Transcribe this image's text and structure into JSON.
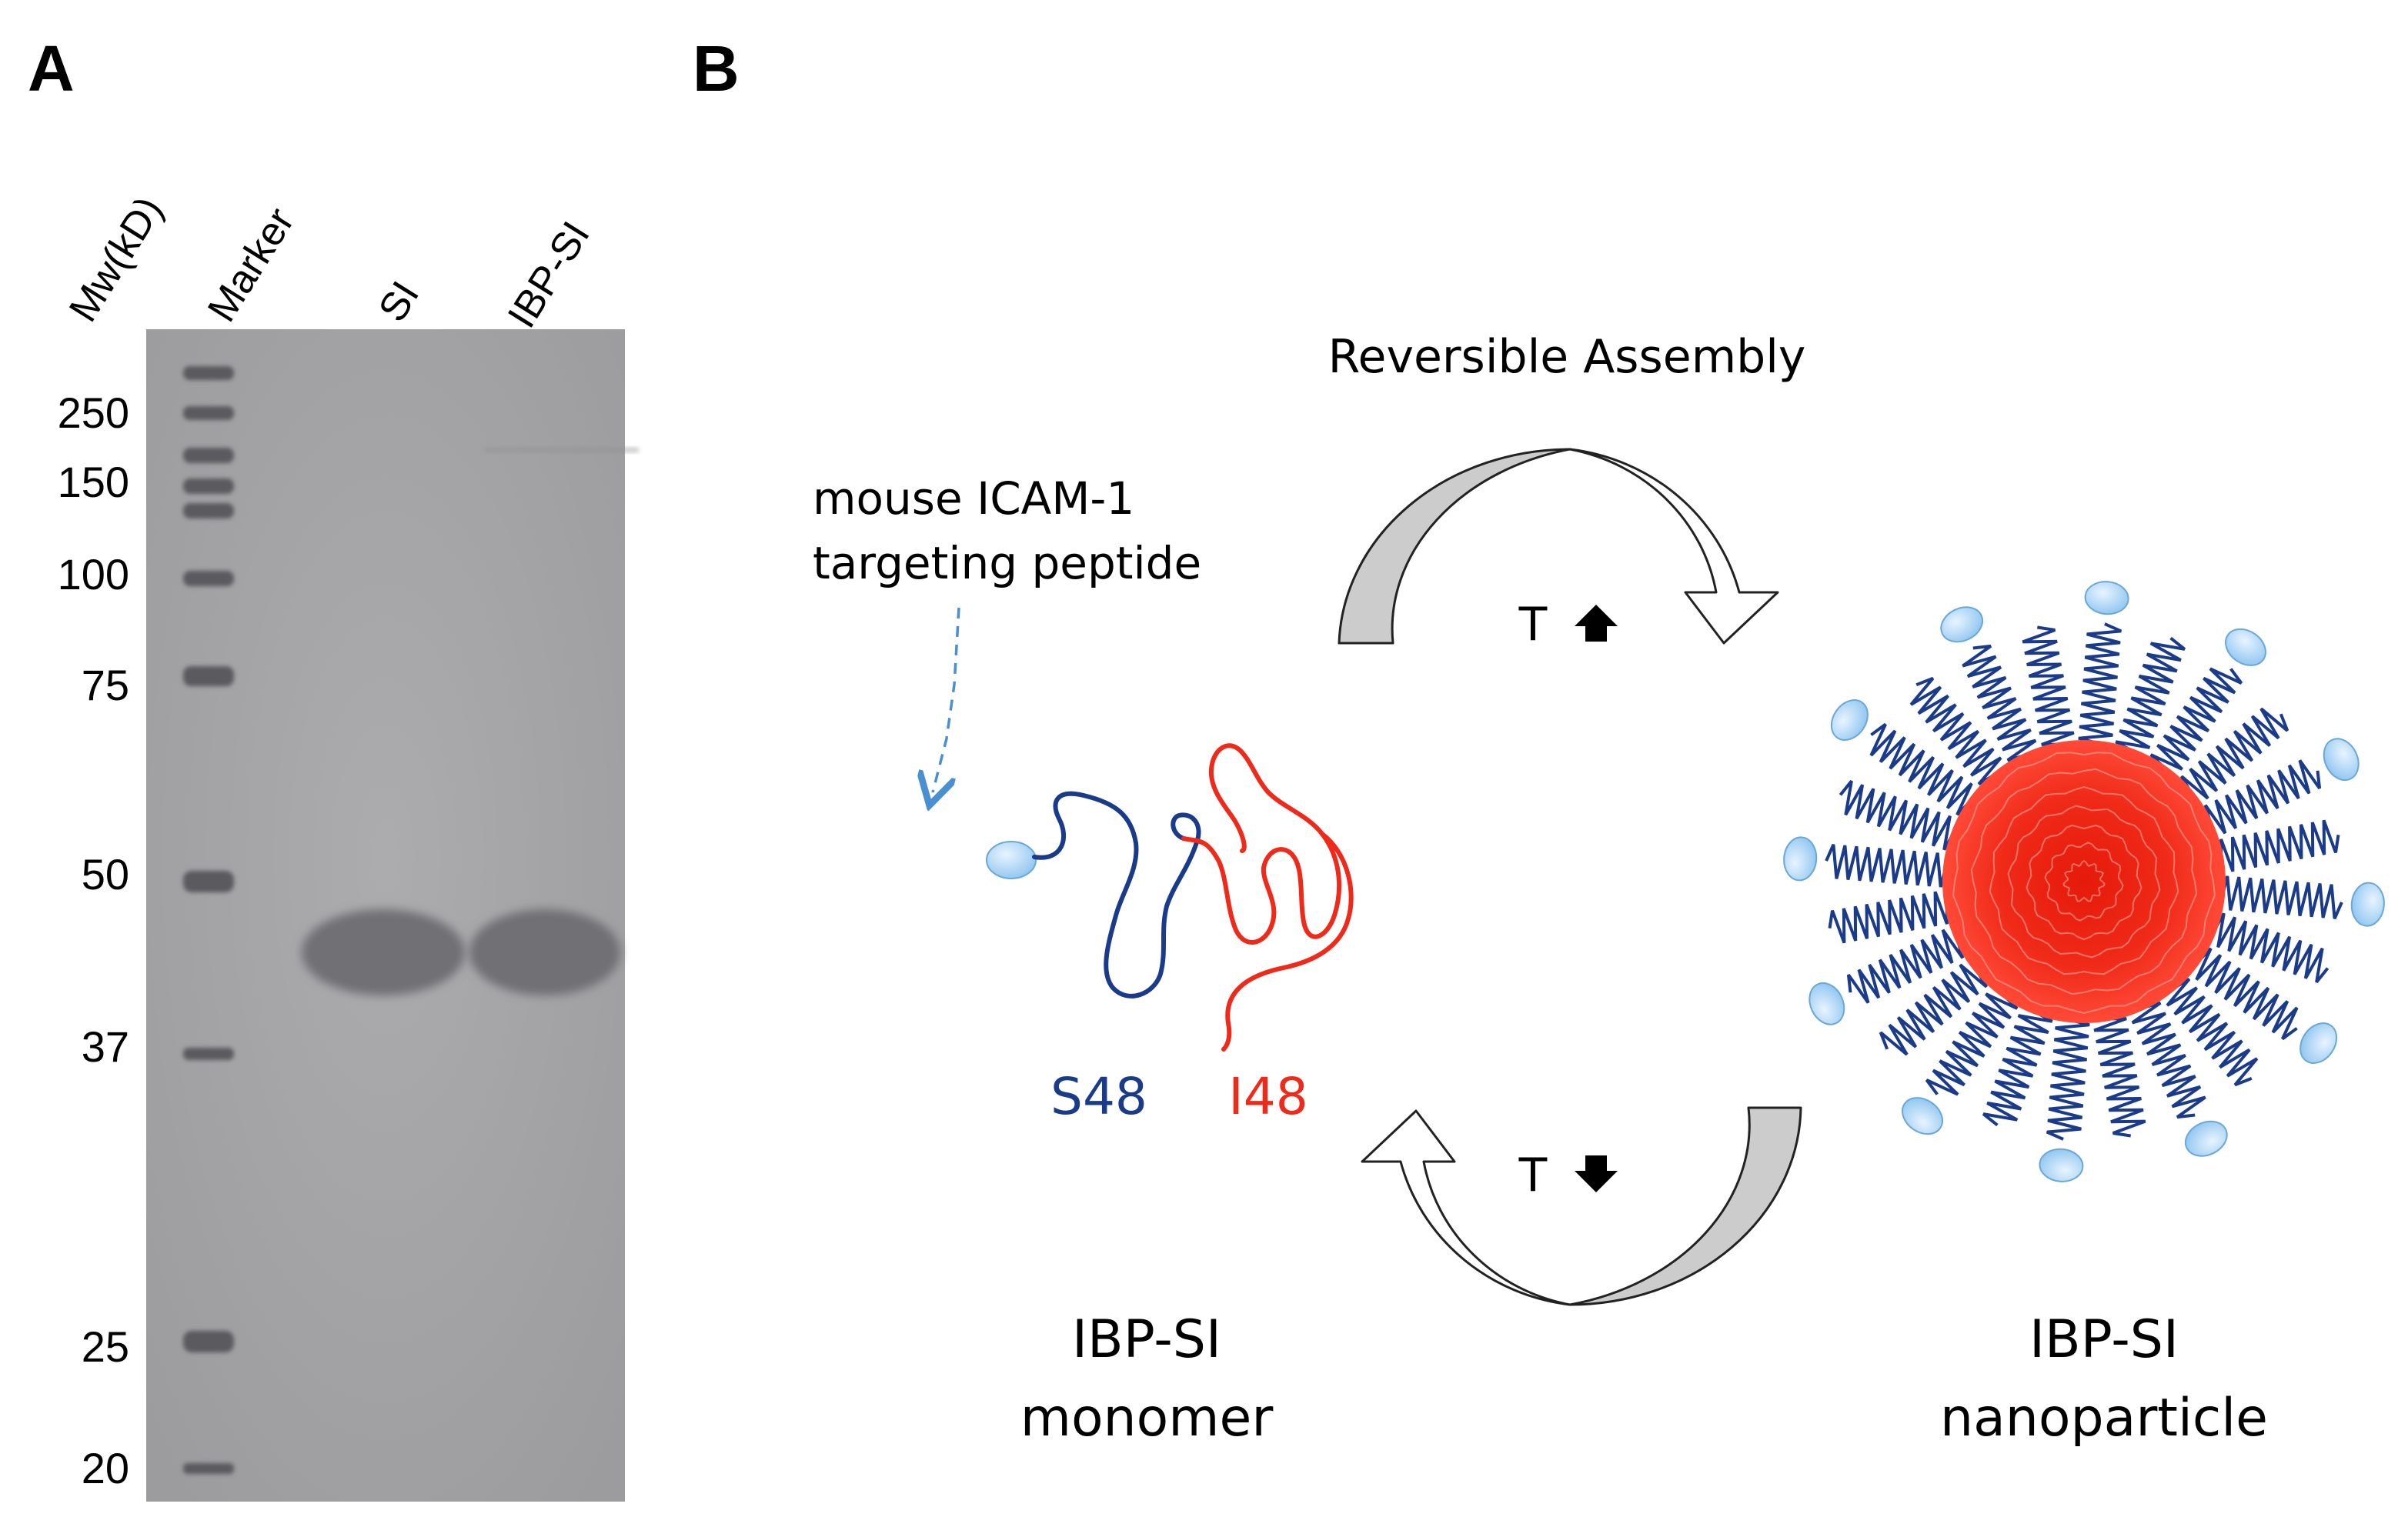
{
  "panel_a": {
    "label": "A",
    "headers": [
      "Mw(kD)",
      "Marker",
      "SI",
      "IBP-SI"
    ],
    "mw_ticks": [
      "250",
      "150",
      "100",
      "75",
      "50",
      "37",
      "25",
      "20"
    ]
  },
  "panel_b": {
    "label": "B",
    "cycle_title": "Reversible Assembly",
    "temp_up": "T",
    "temp_down": "T",
    "peptide_label_line1": "mouse ICAM-1",
    "peptide_label_line2": "targeting peptide",
    "s48_label": "S48",
    "i48_label": "I48",
    "monomer_line1": "IBP-SI",
    "monomer_line2": "monomer",
    "nanoparticle_line1": "IBP-SI",
    "nanoparticle_line2": "nanoparticle"
  },
  "colors": {
    "blue_block": "#1a3a8a",
    "red_block": "#ee2a1a",
    "peptide": "#a9d3f5",
    "arrow_shade": "#cccccc",
    "gel": "#a8a8aa",
    "dashed_arrow": "#4a8fd0"
  }
}
